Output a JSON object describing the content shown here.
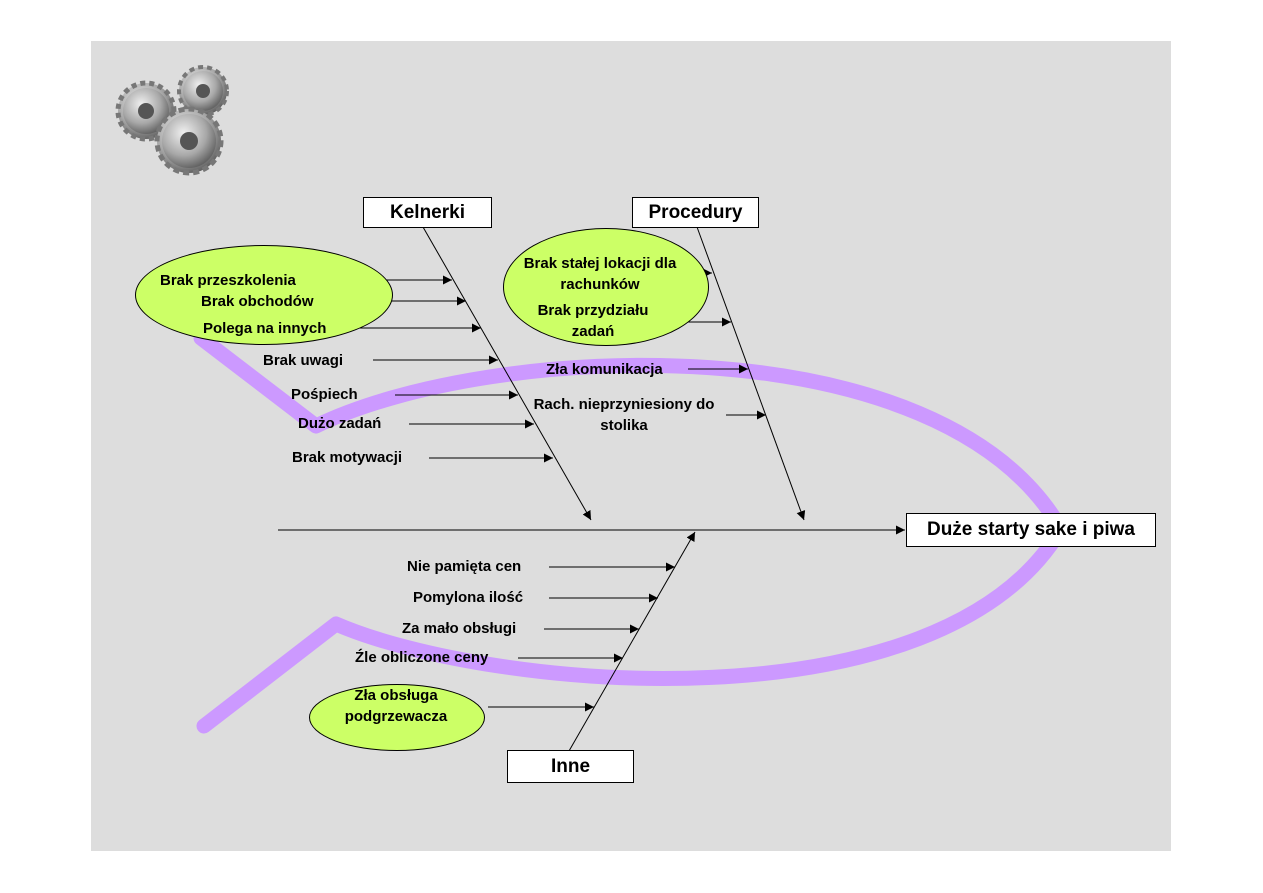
{
  "effect": "Duże starty sake i piwa",
  "categories": {
    "kelnerki": "Kelnerki",
    "procedury": "Procedury",
    "inne": "Inne"
  },
  "causes": {
    "kelnerki": [
      "Brak przeszkolenia",
      "Brak obchodów",
      "Polega na innych",
      "Brak uwagi",
      "Pośpiech",
      "Dużo zadań",
      "Brak motywacji"
    ],
    "procedury": [
      "Brak stałej lokacji dla rachunków",
      "Brak przydziału zadań",
      "Zła komunikacja",
      "Rach. nieprzyniesiony do stolika"
    ],
    "inne": [
      "Nie pamięta cen",
      "Pomylona ilość",
      "Za mało obsługi",
      "Źle obliczone ceny",
      "Zła obsługa podgrzewacza"
    ]
  },
  "colors": {
    "slide_background": "#dddddd",
    "highlight_ellipse": "#ccff66",
    "fish_outline": "#cc99ff"
  },
  "icons": [
    "gears-icon"
  ]
}
